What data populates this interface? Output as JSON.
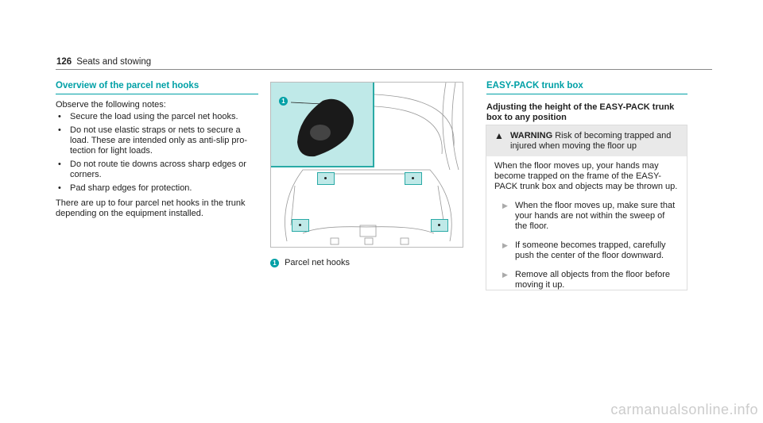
{
  "header": {
    "page_number": "126",
    "section": "Seats and stowing"
  },
  "left": {
    "title": "Overview of the parcel net hooks",
    "intro": "Observe the following notes:",
    "bullets": [
      "Secure the load using the parcel net hooks.",
      "Do not use elastic straps or nets to secure a load. These are intended only as anti-slip pro-tection for light loads.",
      "Do not route tie downs across sharp edges or corners.",
      "Pad sharp edges for protection."
    ],
    "outro": "There are up to four parcel net hooks in the trunk depending on the equipment installed."
  },
  "figure": {
    "callout": "1",
    "caption": "Parcel net hooks"
  },
  "right": {
    "title": "EASY-PACK trunk box",
    "subtitle": "Adjusting the height of the EASY-PACK trunk box to any position",
    "warning": {
      "label": "WARNING",
      "title": "Risk of becoming trapped and injured when moving the floor up",
      "body": "When the floor moves up, your hands may become trapped on the frame of the EASY-PACK trunk box and objects may be thrown up.",
      "steps": [
        "When the floor moves up, make sure that your hands are not within the sweep of the floor.",
        "If someone becomes trapped, carefully push the center of the floor downward.",
        "Remove all objects from the floor before moving it up."
      ]
    }
  },
  "watermark": "carmanualsonline.info"
}
